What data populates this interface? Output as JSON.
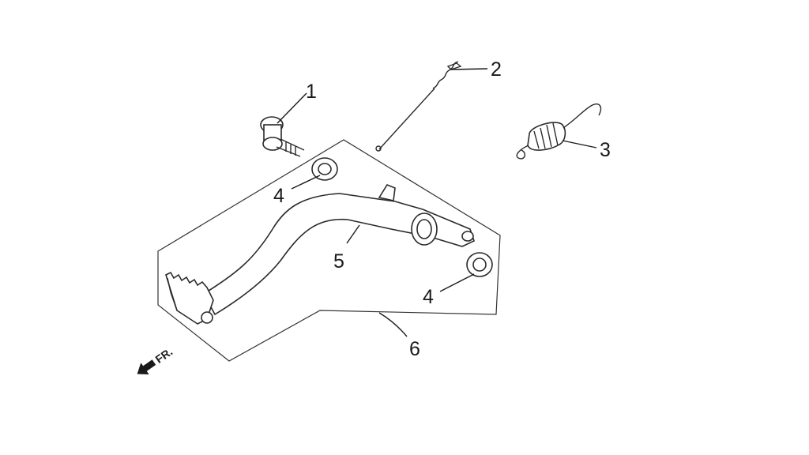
{
  "callouts": {
    "label_1": "1",
    "label_2": "2",
    "label_3": "3",
    "label_4a": "4",
    "label_4b": "4",
    "label_5": "5",
    "label_6": "6"
  },
  "direction_marker": {
    "text": "FR.",
    "icon": "arrow-left-down-icon"
  },
  "colors": {
    "line": "#2a2a2a",
    "background": "#ffffff"
  }
}
